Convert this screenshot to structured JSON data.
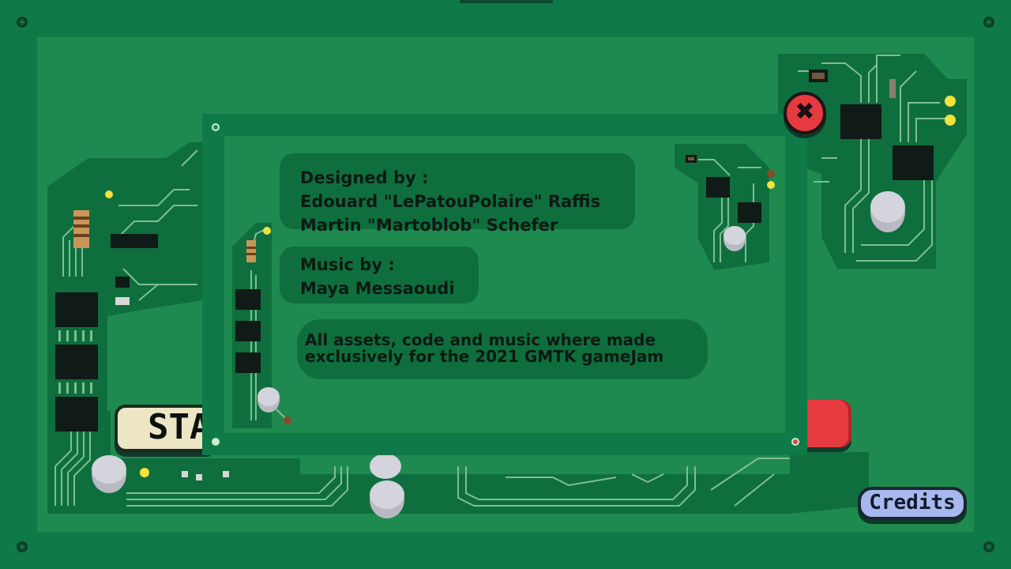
{
  "menu": {
    "start_label": "START",
    "credits_label": "Credits"
  },
  "credits_panel": {
    "designed_heading": "Designed by :",
    "designers": [
      "Edouard \"LePatouPolaire\" Raffis",
      "Martin \"Martoblob\" Schefer"
    ],
    "music_heading": "Music by :",
    "musicians": [
      "Maya Messaoudi"
    ],
    "note_lines": [
      "All assets, code and music where made",
      "exclusively for the 2021 GMTK gameJam"
    ],
    "close_icon": "close-x-icon"
  },
  "colors": {
    "board_green": "#1f8a50",
    "frame_green": "#0f7a48",
    "trace_green": "#7fbf8f",
    "chip_black": "#101a16",
    "button_red": "#e53a3f",
    "credits_blue": "#a7b8ee",
    "start_cream": "#ece6c4",
    "led_yellow": "#f2e23a"
  }
}
